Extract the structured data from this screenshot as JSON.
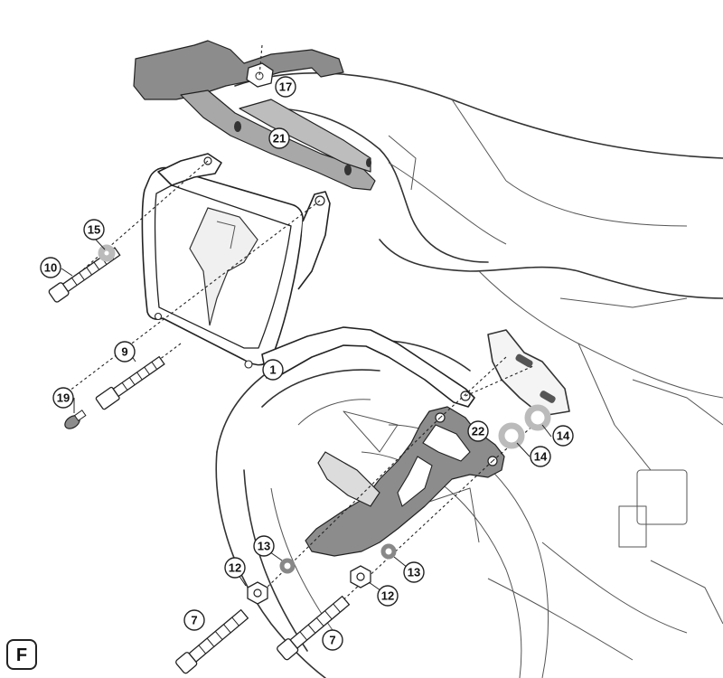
{
  "figure": {
    "panel_label": "F",
    "callouts": [
      {
        "id": "c17",
        "label": "17"
      },
      {
        "id": "c21",
        "label": "21"
      },
      {
        "id": "c15",
        "label": "15"
      },
      {
        "id": "c10",
        "label": "10"
      },
      {
        "id": "c9",
        "label": "9"
      },
      {
        "id": "c19",
        "label": "19"
      },
      {
        "id": "c1",
        "label": "1"
      },
      {
        "id": "c22",
        "label": "22"
      },
      {
        "id": "c14a",
        "label": "14"
      },
      {
        "id": "c14b",
        "label": "14"
      },
      {
        "id": "c13a",
        "label": "13"
      },
      {
        "id": "c12a",
        "label": "12"
      },
      {
        "id": "c13b",
        "label": "13"
      },
      {
        "id": "c12b",
        "label": "12"
      },
      {
        "id": "c7a",
        "label": "7"
      },
      {
        "id": "c7b",
        "label": "7"
      }
    ]
  }
}
